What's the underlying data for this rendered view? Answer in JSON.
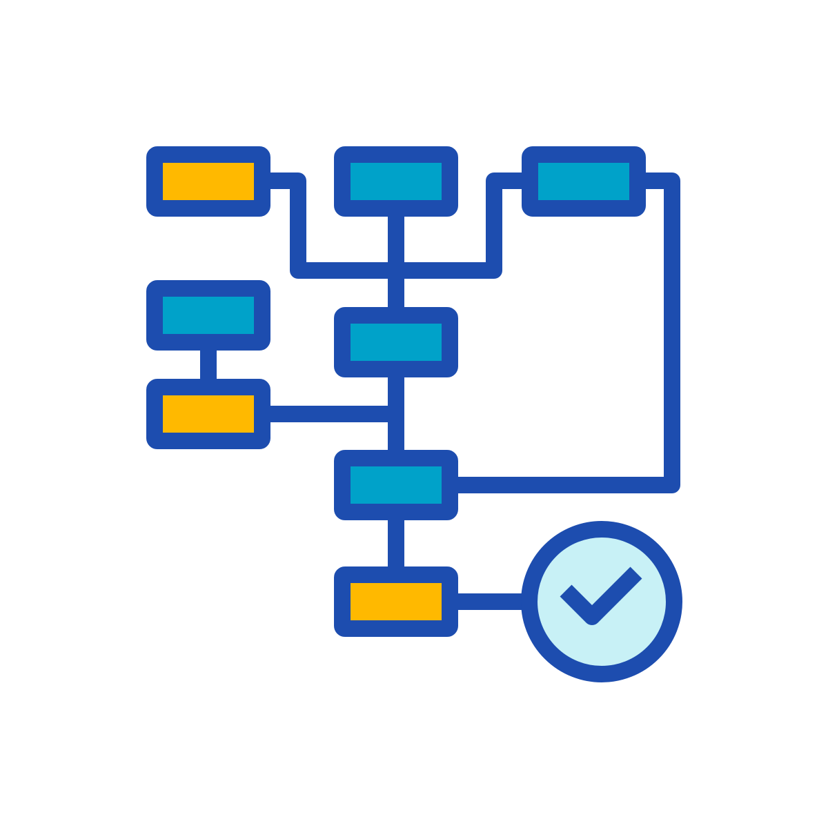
{
  "icon": {
    "name": "workflow-approval-icon",
    "colors": {
      "background": "#ffffff",
      "stroke": "#1d4daf",
      "node_yellow": "#ffb900",
      "node_teal": "#00a2c9",
      "check_fill": "#c8f1f6"
    },
    "nodes": [
      {
        "id": "top-left",
        "fill": "yellow"
      },
      {
        "id": "top-center",
        "fill": "teal"
      },
      {
        "id": "top-right",
        "fill": "teal"
      },
      {
        "id": "mid-left-upper",
        "fill": "teal"
      },
      {
        "id": "center",
        "fill": "teal"
      },
      {
        "id": "mid-left-lower",
        "fill": "yellow"
      },
      {
        "id": "center-lower",
        "fill": "teal"
      },
      {
        "id": "bottom",
        "fill": "yellow"
      }
    ],
    "status": "approved-check-icon"
  }
}
